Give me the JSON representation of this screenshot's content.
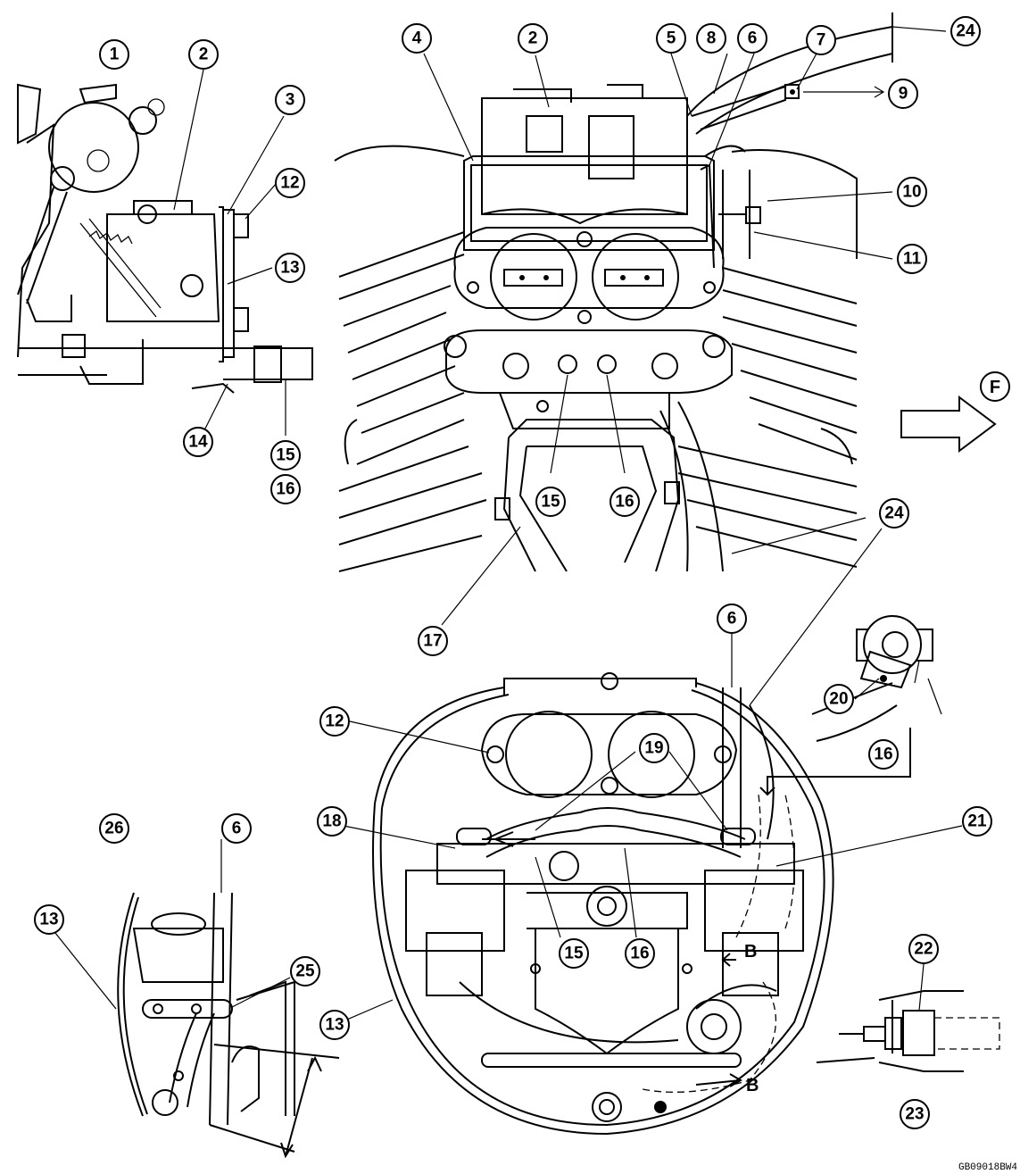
{
  "callouts": {
    "c1": "1",
    "c2a": "2",
    "c3": "3",
    "c12a": "12",
    "c13a": "13",
    "c14": "14",
    "c15a": "15",
    "c16a": "16",
    "c4": "4",
    "c2b": "2",
    "c5": "5",
    "c8": "8",
    "c6a": "6",
    "c7": "7",
    "c24a": "24",
    "c9": "9",
    "c10": "10",
    "c11": "11",
    "c15b": "15",
    "c16b": "16",
    "c24b": "24",
    "c17": "17",
    "c6b": "6",
    "c12b": "12",
    "c19": "19",
    "c18": "18",
    "c15c": "15",
    "c16c": "16",
    "c13b": "13",
    "c20": "20",
    "c16d": "16",
    "c21": "21",
    "c22": "22",
    "c23": "23",
    "c26": "26",
    "c6c": "6",
    "c13c": "13",
    "c25": "25"
  },
  "labels": {
    "front_arrow": "F",
    "section_b_top": "B",
    "section_b_bottom": "B",
    "figure_code": "GB09018BW4"
  }
}
